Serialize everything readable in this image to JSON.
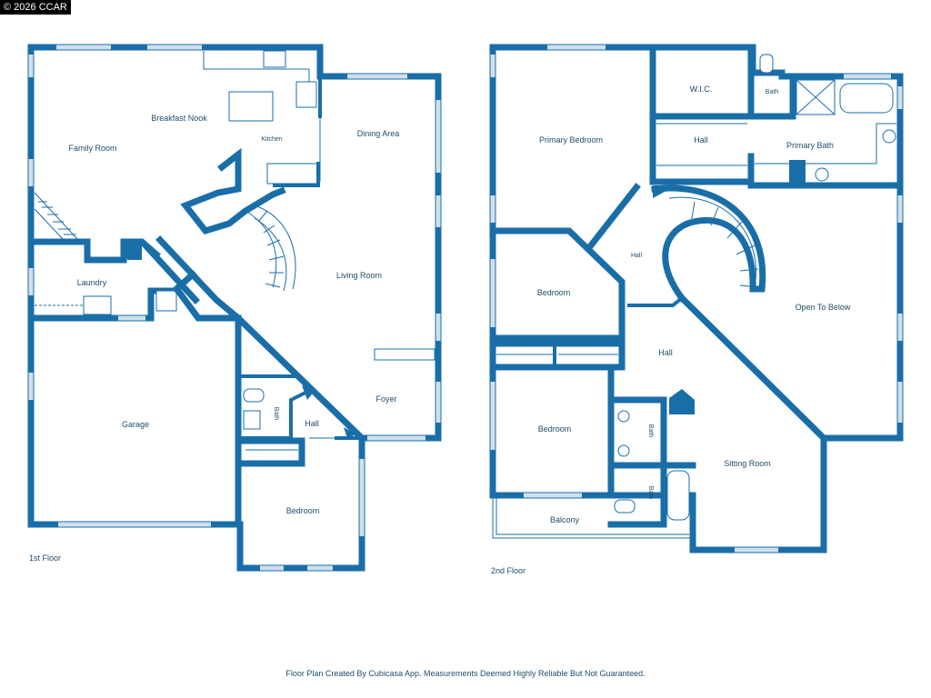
{
  "copyright": "© 2026 CCAR",
  "floor1": {
    "label": "1st Floor",
    "rooms": {
      "family_room": "Family Room",
      "breakfast_nook": "Breakfast Nook",
      "kitchen": "Kitchen",
      "dining_area": "Dining Area",
      "living_room": "Living Room",
      "laundry": "Laundry",
      "garage": "Garage",
      "bath": "Bath",
      "hall": "Hall",
      "foyer": "Foyer",
      "bedroom": "Bedroom"
    }
  },
  "floor2": {
    "label": "2nd Floor",
    "rooms": {
      "primary_bedroom": "Primary Bedroom",
      "wic": "W.I.C.",
      "bath_small": "Bath",
      "hall_top": "Hall",
      "primary_bath": "Primary Bath",
      "hall_stair": "Hall",
      "bedroom_upper": "Bedroom",
      "open_to_below": "Open To Below",
      "hall_mid": "Hall",
      "bedroom_lower": "Bedroom",
      "bath_a": "Bath",
      "bath_b": "Bath",
      "sitting_room": "Sitting Room",
      "balcony": "Balcony"
    }
  },
  "footer": "Floor Plan Created By Cubicasa App. Measurements Deemed Highly Reliable But Not Guaranteed.",
  "colors": {
    "wall": "#1a6ea8",
    "text": "#1f4d6b",
    "window": "#cfe0ec"
  }
}
